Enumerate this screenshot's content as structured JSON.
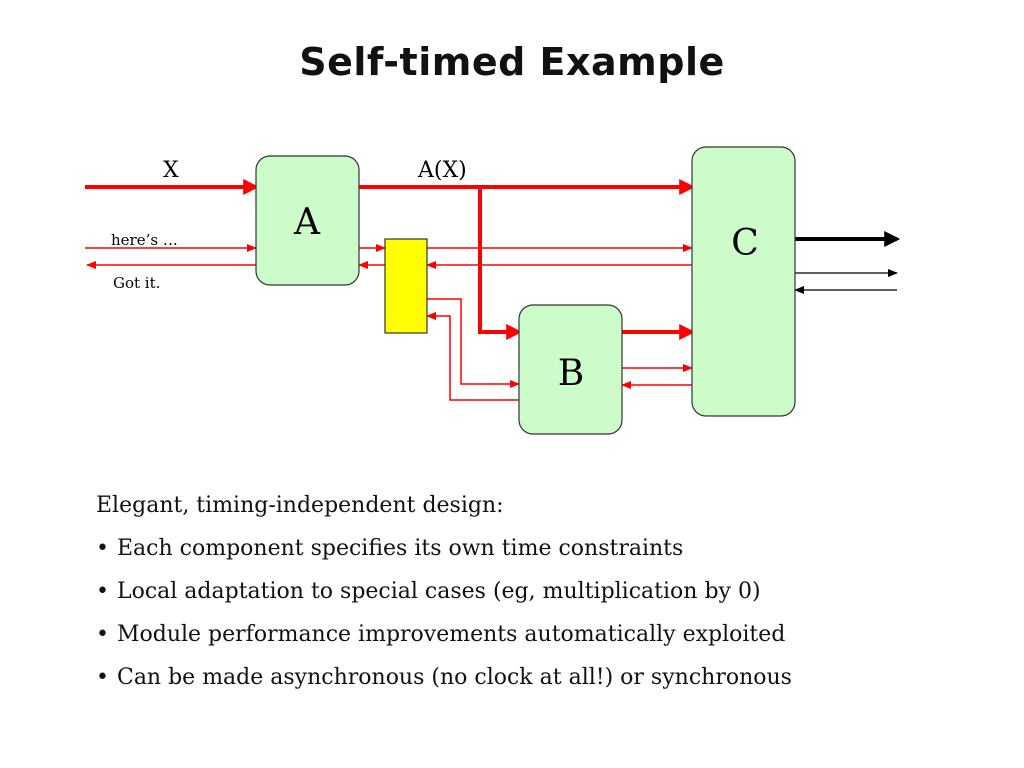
{
  "slide": {
    "title": "Self-timed Example"
  },
  "diagram": {
    "modules": [
      {
        "id": "A",
        "label": "A"
      },
      {
        "id": "B",
        "label": "B"
      },
      {
        "id": "C",
        "label": "C"
      }
    ],
    "labels": {
      "input": "X",
      "a_output": "A(X)",
      "request": "here’s …",
      "acknowledge": "Got it."
    },
    "colors": {
      "module_fill": "#ccfcc9",
      "controller_fill": "#ffff00",
      "handshake_wire": "#ff0000",
      "output_wire": "#000000"
    }
  },
  "body": {
    "intro": "Elegant, timing-independent design:",
    "bullets": [
      "Each component specifies its own time constraints",
      "Local adaptation to special cases (eg, multiplication by 0)",
      "Module performance improvements automatically exploited",
      "Can be made asynchronous (no clock at all!) or synchronous"
    ]
  }
}
